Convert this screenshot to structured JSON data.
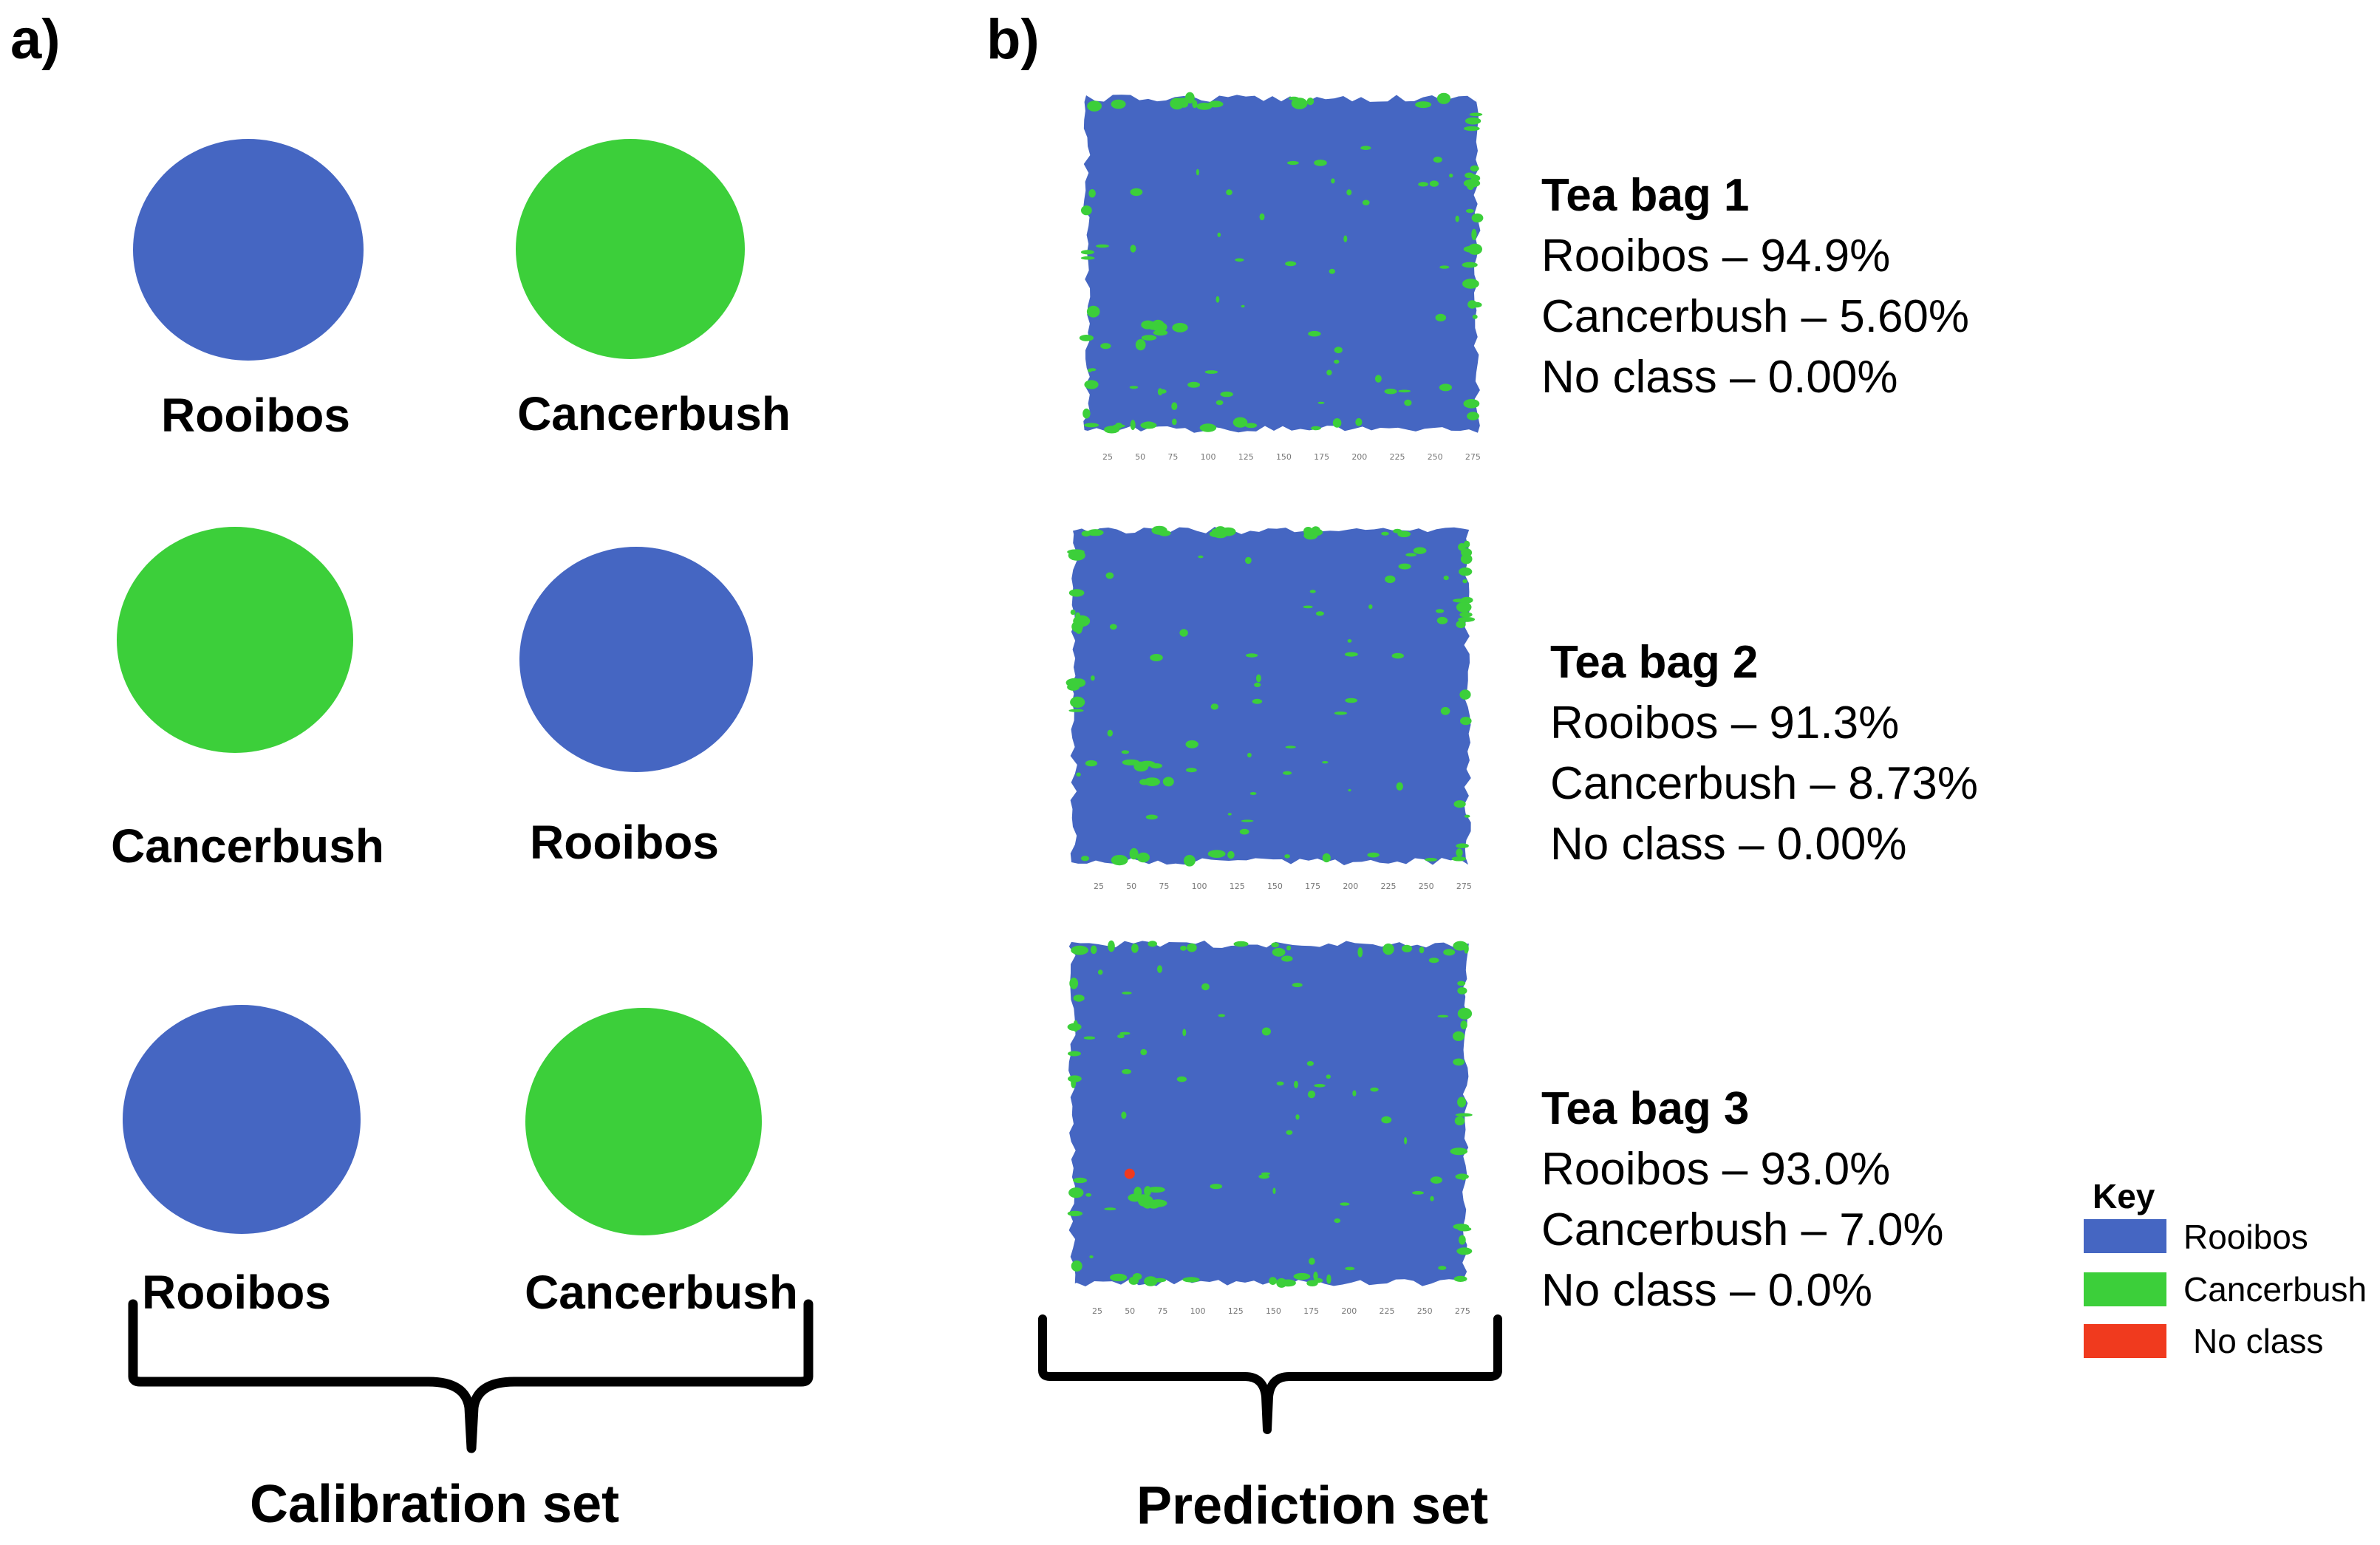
{
  "colors": {
    "rooibos": "#4566c2",
    "cancerbush": "#3ccf3a",
    "no_class": "#f03a1e"
  },
  "panel_a": {
    "label": "a)",
    "circles": [
      {
        "label": "Rooibos",
        "class": "rooibos"
      },
      {
        "label": "Cancerbush",
        "class": "cancerbush"
      },
      {
        "label": "Cancerbush",
        "class": "cancerbush"
      },
      {
        "label": "Rooibos",
        "class": "rooibos"
      },
      {
        "label": "Rooibos",
        "class": "rooibos"
      },
      {
        "label": "Cancerbush",
        "class": "cancerbush"
      }
    ],
    "set_label": "Calibration set"
  },
  "panel_b": {
    "label": "b)",
    "axis_ticks": [
      "25",
      "50",
      "75",
      "100",
      "125",
      "150",
      "175",
      "200",
      "225",
      "250",
      "275"
    ],
    "tea_bags": [
      {
        "title": "Tea bag 1",
        "rooibos": "Rooibos – 94.9%",
        "cancerbush": "Cancerbush – 5.60%",
        "no_class": "No class – 0.00%"
      },
      {
        "title": "Tea bag 2",
        "rooibos": "Rooibos – 91.3%",
        "cancerbush": "Cancerbush – 8.73%",
        "no_class": "No class – 0.00%"
      },
      {
        "title": "Tea bag 3",
        "rooibos": "Rooibos – 93.0%",
        "cancerbush": "Cancerbush – 7.0%",
        "no_class": "No class – 0.0%"
      }
    ],
    "set_label": "Prediction set"
  },
  "key": {
    "title": "Key",
    "items": [
      {
        "label": "Rooibos",
        "class": "rooibos"
      },
      {
        "label": "Cancerbush",
        "class": "cancerbush"
      },
      {
        "label": "No class",
        "class": "no_class"
      }
    ]
  }
}
